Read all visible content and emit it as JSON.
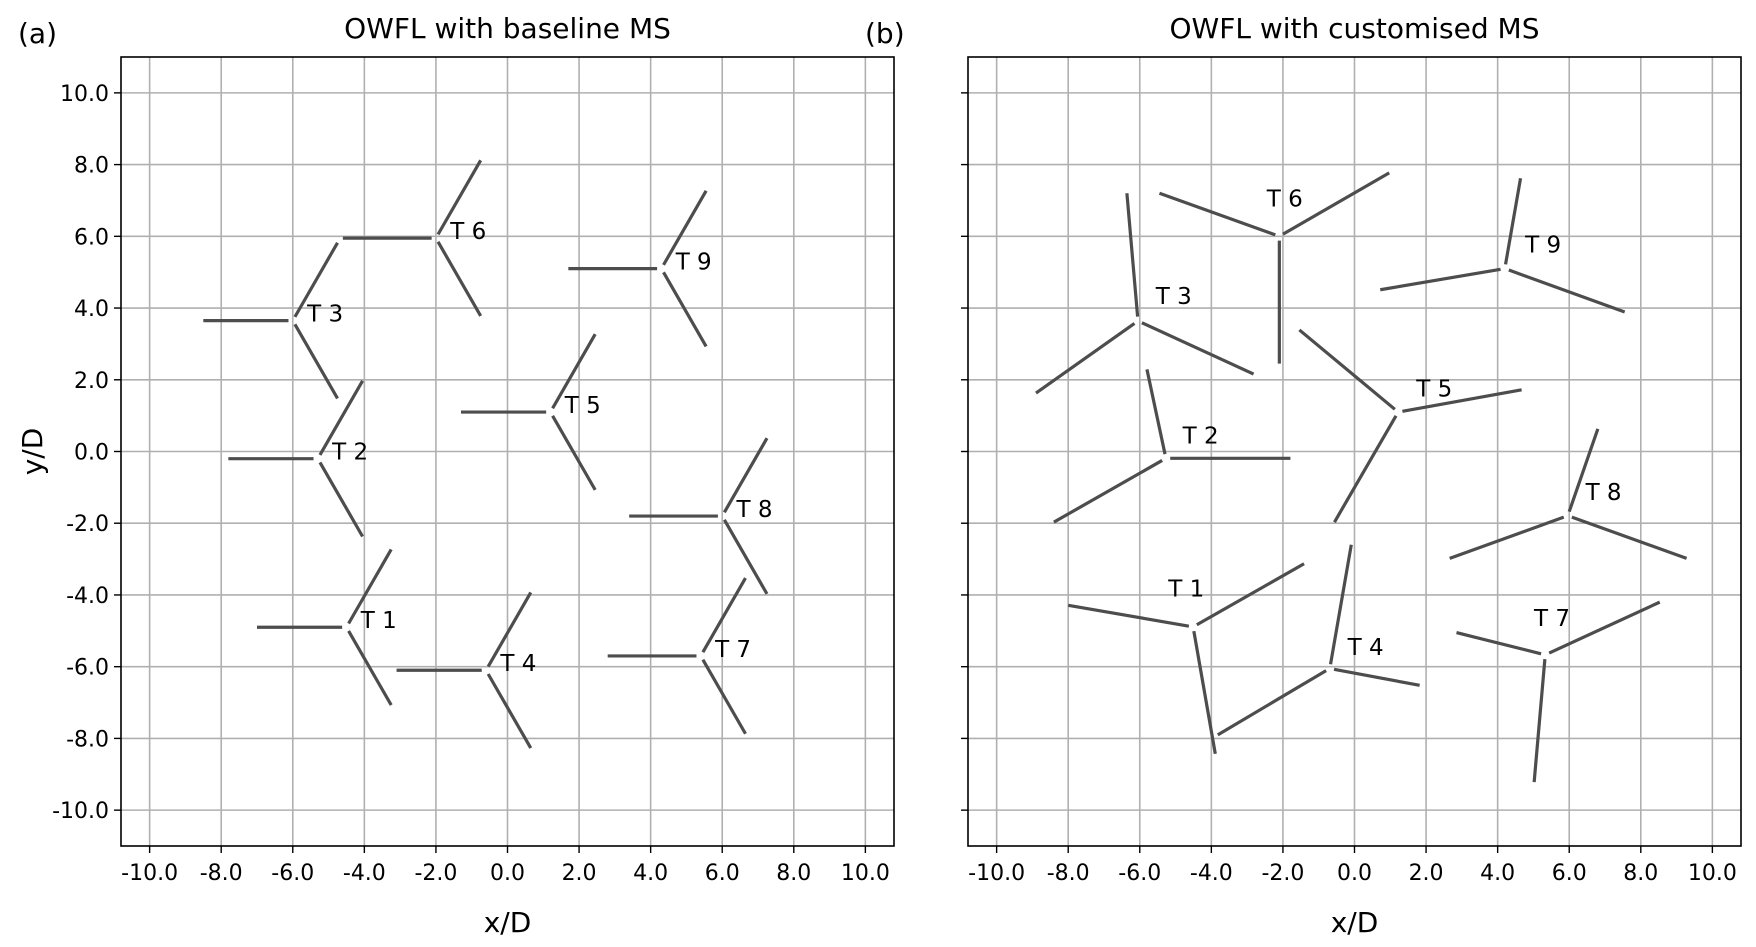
{
  "chart_data": [
    {
      "type": "scatter",
      "panel_label": "(a)",
      "title": "OWFL with baseline MS",
      "xlabel": "x/D",
      "ylabel": "y/D",
      "xlim": [
        -10.8,
        10.8
      ],
      "ylim": [
        -11,
        11
      ],
      "xticks": [
        "-10.0",
        "-8.0",
        "-6.0",
        "-4.0",
        "-2.0",
        "0.0",
        "2.0",
        "4.0",
        "6.0",
        "8.0",
        "10.0"
      ],
      "yticks": [
        "10.0",
        "8.0",
        "6.0",
        "4.0",
        "2.0",
        "0.0",
        "-2.0",
        "-4.0",
        "-6.0",
        "-8.0",
        "-10.0"
      ],
      "show_yticklabels": true,
      "grid": true,
      "line_color": "#4d4d4d",
      "turbines": [
        {
          "name": "T 1",
          "x": -4.5,
          "y": -4.9,
          "anchors": [
            [
              -7.0,
              -4.9
            ],
            [
              -3.25,
              -2.73
            ],
            [
              -3.25,
              -7.07
            ]
          ],
          "label": [
            -4.1,
            -4.7
          ]
        },
        {
          "name": "T 2",
          "x": -5.3,
          "y": -0.2,
          "anchors": [
            [
              -7.8,
              -0.2
            ],
            [
              -4.05,
              1.97
            ],
            [
              -4.05,
              -2.37
            ]
          ],
          "label": [
            -4.9,
            0.0
          ]
        },
        {
          "name": "T 3",
          "x": -6.0,
          "y": 3.65,
          "anchors": [
            [
              -8.5,
              3.65
            ],
            [
              -4.75,
              5.82
            ],
            [
              -4.75,
              1.48
            ]
          ],
          "label": [
            -5.6,
            3.85
          ]
        },
        {
          "name": "T 4",
          "x": -0.6,
          "y": -6.1,
          "anchors": [
            [
              -3.1,
              -6.1
            ],
            [
              0.65,
              -3.93
            ],
            [
              0.65,
              -8.27
            ]
          ],
          "label": [
            -0.2,
            -5.9
          ]
        },
        {
          "name": "T 5",
          "x": 1.2,
          "y": 1.1,
          "anchors": [
            [
              -1.3,
              1.1
            ],
            [
              2.45,
              3.27
            ],
            [
              2.45,
              -1.07
            ]
          ],
          "label": [
            1.6,
            1.3
          ]
        },
        {
          "name": "T 6",
          "x": -2.0,
          "y": 5.95,
          "anchors": [
            [
              -4.6,
              5.95
            ],
            [
              -0.75,
              8.12
            ],
            [
              -0.75,
              3.78
            ]
          ],
          "label": [
            -1.6,
            6.15
          ]
        },
        {
          "name": "T 7",
          "x": 5.4,
          "y": -5.7,
          "anchors": [
            [
              2.8,
              -5.7
            ],
            [
              6.65,
              -3.53
            ],
            [
              6.65,
              -7.87
            ]
          ],
          "label": [
            5.8,
            -5.5
          ]
        },
        {
          "name": "T 8",
          "x": 6.0,
          "y": -1.8,
          "anchors": [
            [
              3.4,
              -1.8
            ],
            [
              7.25,
              0.37
            ],
            [
              7.25,
              -3.97
            ]
          ],
          "label": [
            6.4,
            -1.6
          ]
        },
        {
          "name": "T 9",
          "x": 4.3,
          "y": 5.1,
          "anchors": [
            [
              1.7,
              5.1
            ],
            [
              5.55,
              7.27
            ],
            [
              5.55,
              2.93
            ]
          ],
          "label": [
            4.7,
            5.3
          ]
        }
      ]
    },
    {
      "type": "scatter",
      "panel_label": "(b)",
      "title": "OWFL with customised MS",
      "xlabel": "x/D",
      "ylabel": "",
      "xlim": [
        -10.8,
        10.8
      ],
      "ylim": [
        -11,
        11
      ],
      "xticks": [
        "-10.0",
        "-8.0",
        "-6.0",
        "-4.0",
        "-2.0",
        "0.0",
        "2.0",
        "4.0",
        "6.0",
        "8.0",
        "10.0"
      ],
      "yticks": [
        "10.0",
        "8.0",
        "6.0",
        "4.0",
        "2.0",
        "0.0",
        "-2.0",
        "-4.0",
        "-6.0",
        "-8.0",
        "-10.0"
      ],
      "show_yticklabels": false,
      "grid": true,
      "line_color": "#4d4d4d",
      "turbines": [
        {
          "name": "T 1",
          "x": -4.51,
          "y": -4.89,
          "anchors": [
            [
              -8.0,
              -4.29
            ],
            [
              -1.41,
              -3.13
            ],
            [
              -3.89,
              -8.43
            ]
          ],
          "label": [
            -4.7,
            -3.82
          ]
        },
        {
          "name": "T 2",
          "x": -5.27,
          "y": -0.19,
          "anchors": [
            [
              -5.8,
              2.29
            ],
            [
              -1.79,
              -0.19
            ],
            [
              -8.4,
              -1.97
            ]
          ],
          "label": [
            -4.3,
            0.44
          ]
        },
        {
          "name": "T 3",
          "x": -6.05,
          "y": 3.64,
          "anchors": [
            [
              -6.36,
              7.2
            ],
            [
              -8.9,
              1.63
            ],
            [
              -2.82,
              2.16
            ]
          ],
          "label": [
            -5.05,
            4.33
          ]
        },
        {
          "name": "T 4",
          "x": -0.69,
          "y": -6.05,
          "anchors": [
            [
              -0.09,
              -2.6
            ],
            [
              -3.82,
              -7.9
            ],
            [
              1.82,
              -6.52
            ]
          ],
          "label": [
            0.31,
            -5.45
          ]
        },
        {
          "name": "T 5",
          "x": 1.22,
          "y": 1.1,
          "anchors": [
            [
              -1.54,
              3.39
            ],
            [
              4.67,
              1.72
            ],
            [
              -0.56,
              -1.97
            ]
          ],
          "label": [
            2.23,
            1.76
          ]
        },
        {
          "name": "T 6",
          "x": -2.1,
          "y": 6.0,
          "anchors": [
            [
              -5.45,
              7.2
            ],
            [
              0.97,
              7.77
            ],
            [
              -2.1,
              2.45
            ]
          ],
          "label": [
            -1.95,
            7.05
          ]
        },
        {
          "name": "T 7",
          "x": 5.33,
          "y": -5.67,
          "anchors": [
            [
              2.85,
              -5.05
            ],
            [
              8.53,
              -4.2
            ],
            [
              5.02,
              -9.22
            ]
          ],
          "label": [
            5.52,
            -4.64
          ]
        },
        {
          "name": "T 8",
          "x": 5.96,
          "y": -1.79,
          "anchors": [
            [
              6.8,
              0.63
            ],
            [
              2.66,
              -2.98
            ],
            [
              9.28,
              -2.98
            ]
          ],
          "label": [
            6.96,
            -1.13
          ]
        },
        {
          "name": "T 9",
          "x": 4.2,
          "y": 5.1,
          "anchors": [
            [
              4.64,
              7.62
            ],
            [
              0.72,
              4.51
            ],
            [
              7.55,
              3.89
            ]
          ],
          "label": [
            5.27,
            5.77
          ]
        }
      ]
    }
  ]
}
